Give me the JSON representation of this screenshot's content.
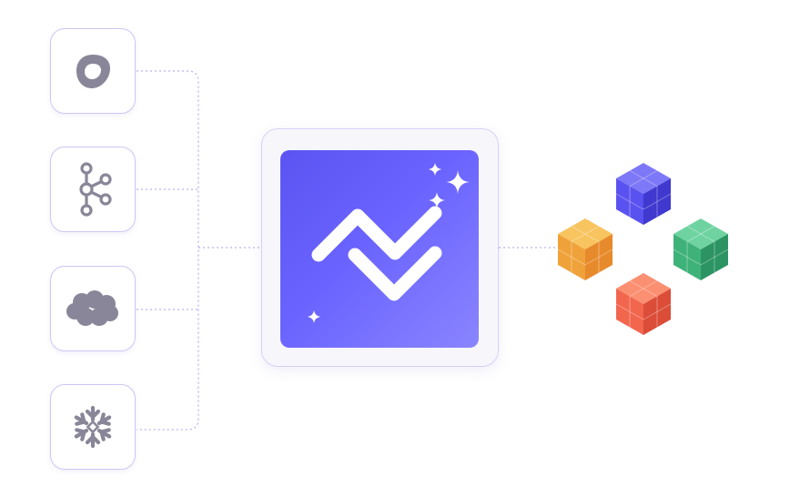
{
  "diagram": {
    "sources": [
      {
        "id": "outreach",
        "icon": "outreach-logo-icon"
      },
      {
        "id": "kafka",
        "icon": "kafka-logo-icon"
      },
      {
        "id": "salesforce",
        "icon": "salesforce-cloud-icon"
      },
      {
        "id": "snowflake",
        "icon": "snowflake-logo-icon"
      }
    ],
    "hub": {
      "icon": "wave-logo-icon",
      "decorations": [
        "sparkle-icon",
        "sparkle-icon",
        "sparkle-icon",
        "sparkle-icon"
      ]
    },
    "destinations": [
      {
        "id": "cube-blue",
        "color": "#5a52f0"
      },
      {
        "id": "cube-orange",
        "color": "#f0a23a"
      },
      {
        "id": "cube-green",
        "color": "#3fb27a"
      },
      {
        "id": "cube-red",
        "color": "#f2664e"
      }
    ],
    "colors": {
      "icon_gray": "#8a8699",
      "card_border": "#cdc6f5",
      "connector": "#b9b2ee",
      "hub_accent": "#5b54f2"
    }
  }
}
